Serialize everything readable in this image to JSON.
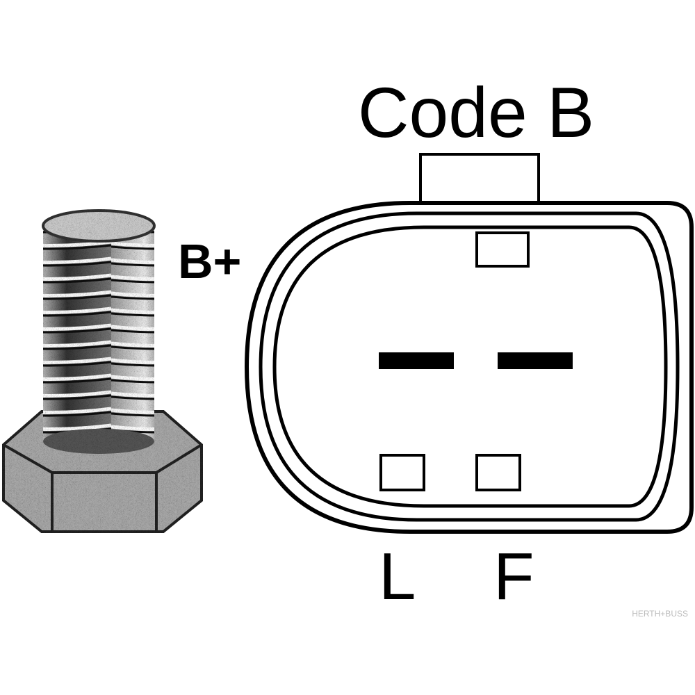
{
  "labels": {
    "code": "Code B",
    "battery_terminal": "B+",
    "pin_l": "L",
    "pin_f": "F"
  },
  "watermark": "HERTH+BUSS",
  "colors": {
    "ink": "#000000",
    "background": "#ffffff"
  }
}
